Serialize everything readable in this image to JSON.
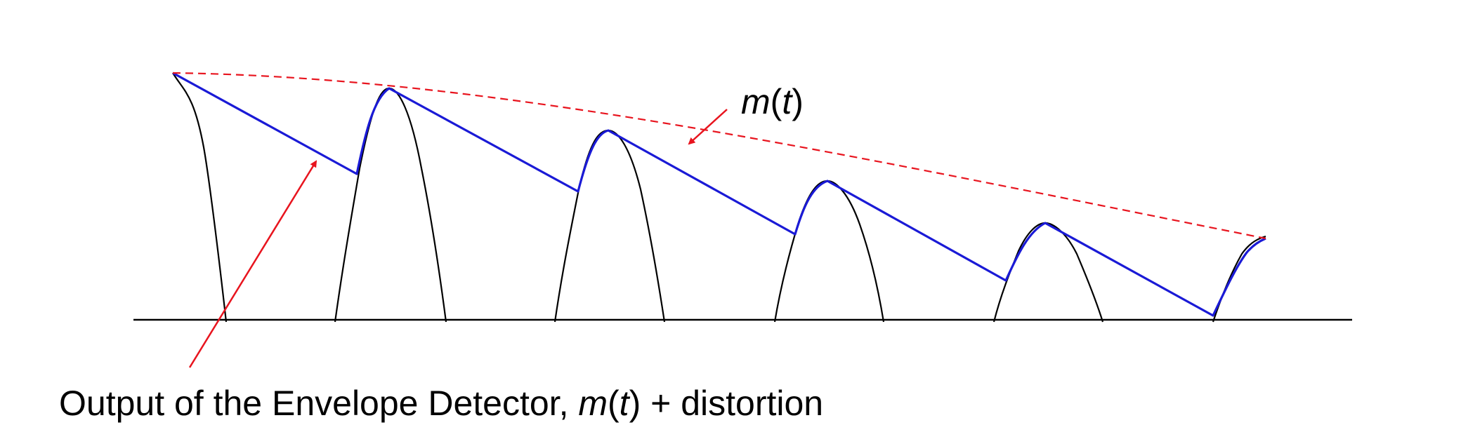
{
  "labels": {
    "envelope_m": "m",
    "envelope_open": "(",
    "envelope_t": "t",
    "envelope_close": ")",
    "caption_prefix": "Output of the Envelope Detector, ",
    "caption_m": "m",
    "caption_open": "(",
    "caption_t": "t",
    "caption_suffix": ") + distortion"
  },
  "colors": {
    "carrier": "#000000",
    "detector_output": "#1a1ad6",
    "envelope": "#e8141e",
    "arrow": "#e8141e",
    "axis": "#000000"
  }
}
